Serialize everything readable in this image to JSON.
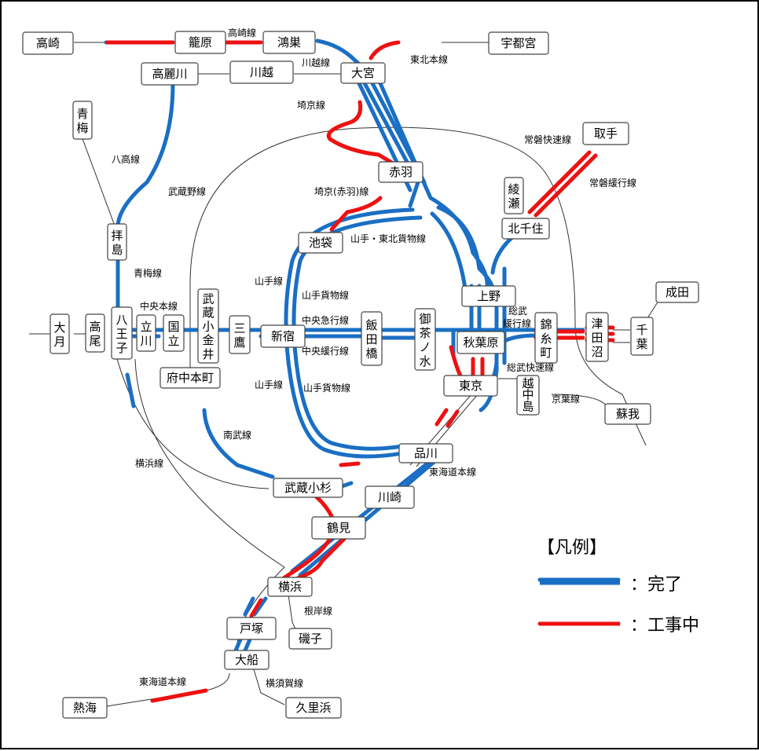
{
  "colors": {
    "complete": "#1a6fc4",
    "in_progress": "#ee1111"
  },
  "stations": {
    "takasaki": "高崎",
    "kagohara": "籠原",
    "konosu": "鴻巣",
    "utsunomiya": "宇都宮",
    "takahagi": "高麗川",
    "kawagoe": "川越",
    "omiya": "大宮",
    "ome": "青梅",
    "toride": "取手",
    "akabane": "赤羽",
    "ayase": "綾瀬",
    "kitasenju": "北千住",
    "haijima": "拝島",
    "ikebukuro": "池袋",
    "narita": "成田",
    "ueno": "上野",
    "otsuki": "大月",
    "takao": "高尾",
    "hachioji": "八王子",
    "tachikawa": "立川",
    "kunitachi": "国立",
    "musashikoganei": "武蔵小金井",
    "mitaka": "三鷹",
    "shinjuku": "新宿",
    "iidabashi": "飯田橋",
    "ochanomizu": "御茶ノ水",
    "akihabara": "秋葉原",
    "kinshicho": "錦糸町",
    "tsudanuma": "津田沼",
    "chiba": "千葉",
    "fuchuhonmachi": "府中本町",
    "tokyo": "東京",
    "etchujima": "越中島",
    "soga": "蘇我",
    "shinagawa": "品川",
    "musashikosugi": "武蔵小杉",
    "kawasaki": "川崎",
    "tsurumi": "鶴見",
    "yokohama": "横浜",
    "totsuka": "戸塚",
    "isogo": "磯子",
    "ofuna": "大船",
    "atami": "熱海",
    "kurihama": "久里浜"
  },
  "lines": {
    "takasaki": "高崎線",
    "kawagoe": "川越線",
    "tohoku": "東北本線",
    "saikyo": "埼京線",
    "joban_rapid": "常磐快速線",
    "joban_local": "常磐緩行線",
    "hachiko": "八高線",
    "musashino_n": "武蔵野線",
    "saikyo_akabane": "埼京(赤羽)線",
    "yamanote_tohoku_freight": "山手・東北貨物線",
    "ome": "青梅線",
    "yamanote_w": "山手線",
    "yamanote_freight_n": "山手貨物線",
    "chuo_main": "中央本線",
    "sobu_local": "総武緩行線",
    "chuo_rapid": "中央急行線",
    "chuo_local": "中央緩行線",
    "sobu_rapid": "総武快速線",
    "yamanote_sw": "山手線",
    "yamanote_freight_s": "山手貨物線",
    "keiyo": "京葉線",
    "nambu": "南武線",
    "tokaido_n": "東海道本線",
    "yokohama": "横浜線",
    "negishi": "根岸線",
    "yokosuka": "横須賀線",
    "tokaido_s": "東海道本線"
  },
  "legend": {
    "title": "【凡例】",
    "complete": "：完了",
    "in_progress": "：工事中"
  }
}
